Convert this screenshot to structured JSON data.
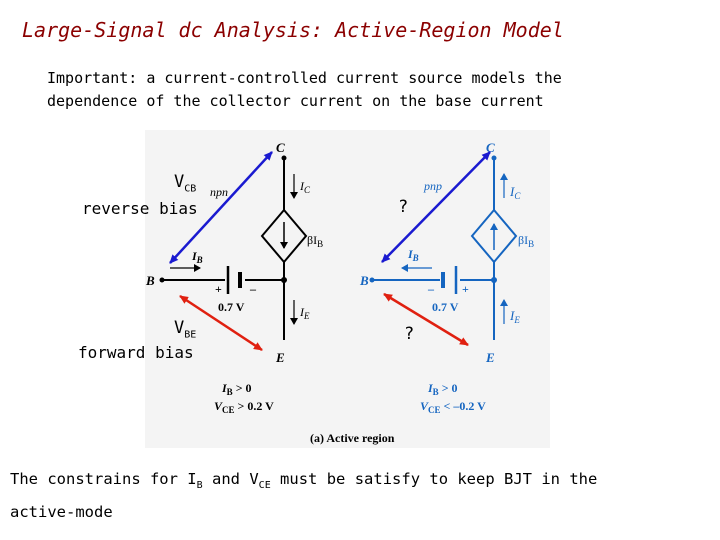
{
  "title": "Large-Signal dc Analysis: Active-Region Model",
  "important": {
    "line1": "Important: a current-controlled current source models the",
    "line2": "dependence of the collector current on the base current"
  },
  "annotations": {
    "vcb_v": "V",
    "vcb_sub": "CB",
    "reverse_bias": "reverse bias",
    "vbe_v": "V",
    "vbe_sub": "BE",
    "forward_bias": "forward bias",
    "question_top": "?",
    "question_bottom": "?"
  },
  "npn": {
    "type_label": "npn",
    "collector": "C",
    "emitter": "E",
    "base": "B",
    "ic_label": "I",
    "ic_sub": "C",
    "ib_label": "I",
    "ib_sub": "B",
    "ie_label": "I",
    "ie_sub": "E",
    "source_label": "βI",
    "source_sub": "B",
    "plus": "+",
    "minus": "–",
    "vbe_value": "0.7 V",
    "cond1": "I",
    "cond1_sub": "B",
    "cond1_rest": " > 0",
    "cond2": "V",
    "cond2_sub": "CE",
    "cond2_rest": " > 0.2 V"
  },
  "pnp": {
    "type_label": "pnp",
    "collector": "C",
    "emitter": "E",
    "base": "B",
    "ic_label": "I",
    "ic_sub": "C",
    "ib_label": "I",
    "ib_sub": "B",
    "ie_label": "I",
    "ie_sub": "E",
    "source_label": "βI",
    "source_sub": "B",
    "plus": "+",
    "minus": "–",
    "vbe_value": "0.7 V",
    "cond1": "I",
    "cond1_sub": "B",
    "cond1_rest": " > 0",
    "cond2": "V",
    "cond2_sub": "CE",
    "cond2_rest": " < –0.2 V"
  },
  "caption": "(a) Active region",
  "footer": {
    "text1": "The constrains for I",
    "sub1": "B",
    "text2": " and V",
    "sub2": "CE",
    "text3": " must be satisfy to keep BJT in the",
    "line2": "active-mode"
  },
  "colors": {
    "title": "#8b0000",
    "annotation_arrow": "#1a1ad0",
    "bias_arrow": "#e02010",
    "npn_wire": "#000000",
    "pnp_wire": "#1565c0",
    "figure_bg": "#f4f4f4"
  }
}
